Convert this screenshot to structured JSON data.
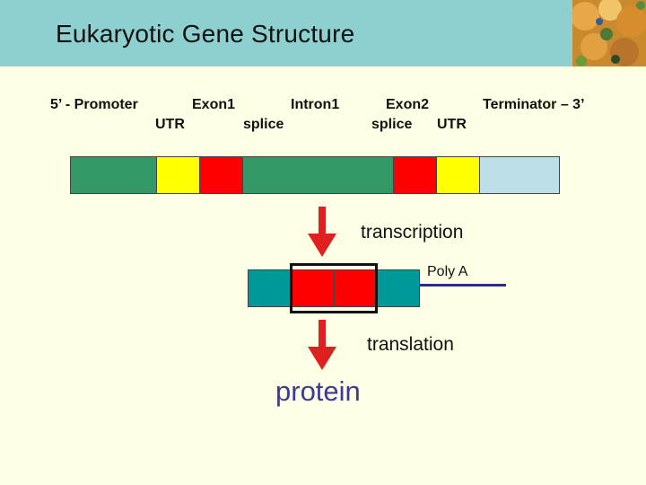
{
  "title": "Eukaryotic Gene Structure",
  "labels": {
    "promoter": "5’ - Promoter",
    "exon1": "Exon1",
    "utr_left": "UTR",
    "intron1": "Intron1",
    "splice_left": "splice",
    "exon2": "Exon2",
    "splice_right": "splice",
    "utr_right": "UTR",
    "terminator": "Terminator – 3’"
  },
  "process": {
    "transcription": "transcription",
    "poly_a": "Poly A",
    "translation": "translation",
    "product": "protein"
  },
  "colors": {
    "header": "#8ED0D0",
    "background": "#FFFFE5",
    "promoter": "#339966",
    "utr": "#FFFF00",
    "exon": "#FF0000",
    "intron": "#339966",
    "terminator": "#BDDFE6",
    "mrna_end": "#009999",
    "arrow": "#E02020",
    "poly_a_tail": "#2B2B8A",
    "protein_text": "#3A3A9A"
  }
}
